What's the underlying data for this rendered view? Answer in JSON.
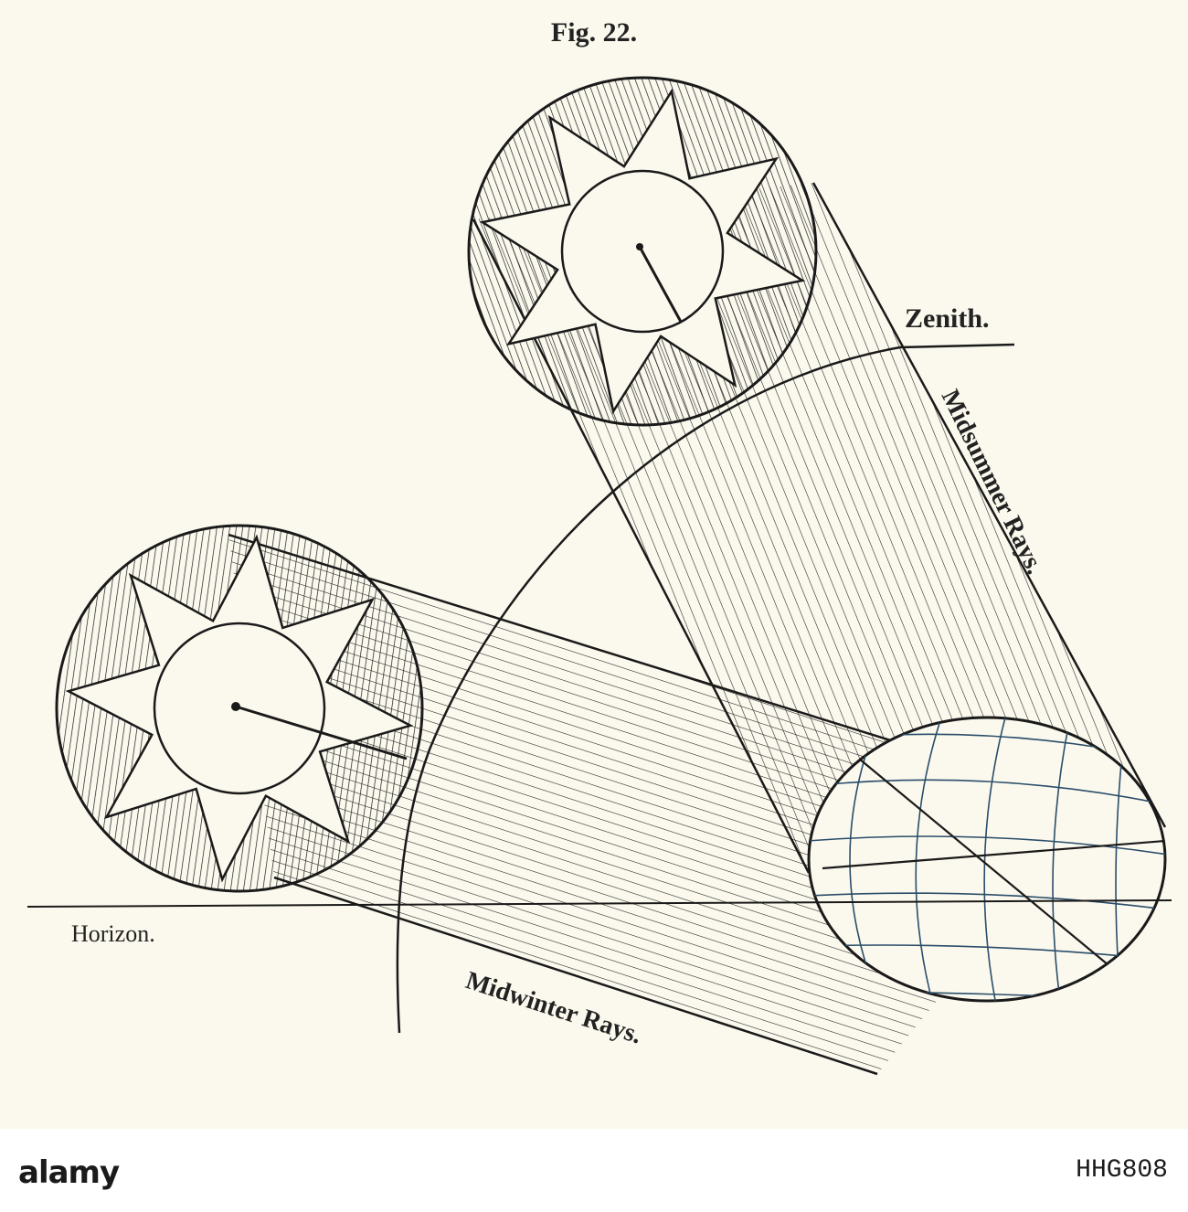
{
  "figure": {
    "title": "Fig. 22.",
    "labels": {
      "zenith": "Zenith.",
      "midsummer": "Midsummer Rays.",
      "midwinter": "Midwinter Rays.",
      "horizon": "Horizon."
    }
  },
  "footer": {
    "logo": "alamy",
    "image_code": "HHG808"
  },
  "colors": {
    "paper": "#fbf9ed",
    "ink": "#1a1a1a",
    "globe_lines": "#2a4d6a",
    "footer": "#ffffff"
  }
}
